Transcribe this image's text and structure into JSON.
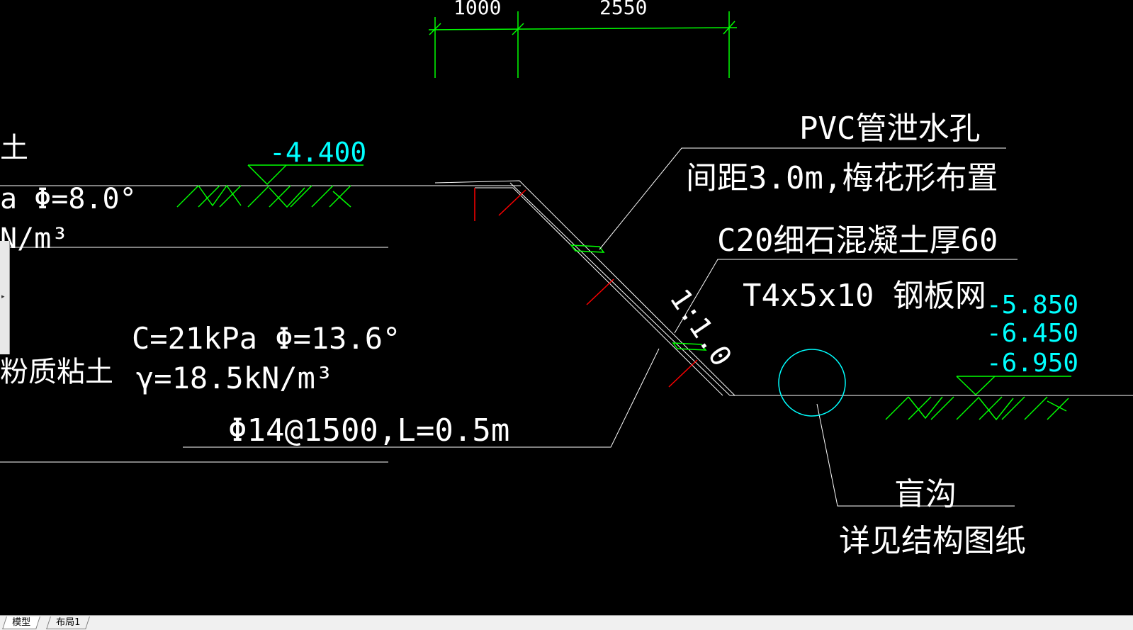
{
  "colors": {
    "background": "#000000",
    "white": "#ffffff",
    "green": "#00ff00",
    "cyan": "#00ffff",
    "red": "#ff0000",
    "ui_bg": "#f0f0f0"
  },
  "dims": {
    "d1": "1000",
    "d2": "2550"
  },
  "labels": {
    "soil_top_partial": "土",
    "phi_top_partial": "a Φ=8.0°",
    "gamma_top_partial": "N/m³",
    "soil_bottom_partial": "粉质粘土",
    "c_bottom": "C=21kPa Φ=13.6°",
    "gamma_bottom": "γ=18.5kN/m³",
    "anchor": "Φ14@1500,L=0.5m",
    "pvc_title": "PVC管泄水孔",
    "pvc_spacing": "间距3.0m,梅花形布置",
    "concrete": "C20细石混凝土厚60",
    "mesh": "T4x5x10 钢板网",
    "slope": "1:1.0",
    "ditch": "盲沟",
    "ditch_note": "详见结构图纸"
  },
  "elevations": {
    "top": "-4.400",
    "e1": "-5.850",
    "e2": "-6.450",
    "e3": "-6.950"
  },
  "tabs": [
    {
      "label": "模型",
      "active": true
    },
    {
      "label": "布局1",
      "active": false
    }
  ],
  "icons": {
    "side_handle_arrow": "triangle-right-icon"
  }
}
